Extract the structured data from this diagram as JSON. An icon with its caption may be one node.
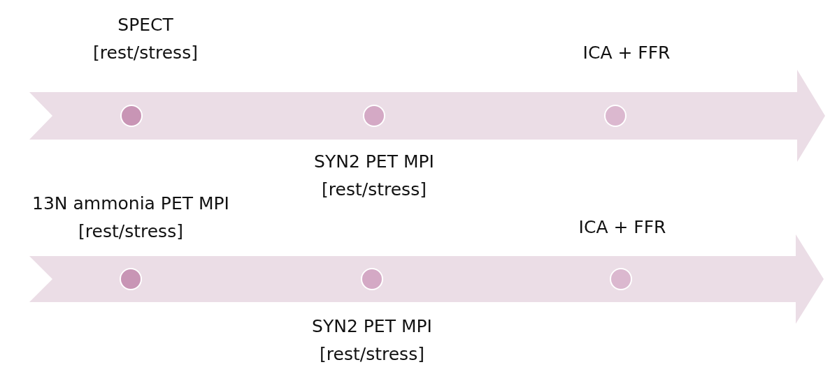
{
  "diagram": {
    "nodes": [
      {
        "text": [],
        "shape": "circle",
        "beside": [
          "SPECT [rest/stress]"
        ]
      },
      {
        "text": [],
        "shape": "circle",
        "beside": [
          "SYN2 PET MPI [rest/stress]"
        ]
      },
      {
        "text": [],
        "shape": "circle",
        "beside": [
          "ICA + FFR"
        ]
      },
      {
        "text": [],
        "shape": "circle",
        "beside": [
          "13N ammonia PET MPI [rest/stress]"
        ]
      },
      {
        "text": [],
        "shape": "circle",
        "beside": [
          "SYN2 PET MPI [rest/stress]"
        ]
      },
      {
        "text": [],
        "shape": "circle",
        "beside": [
          "ICA + FFR"
        ]
      }
    ]
  }
}
